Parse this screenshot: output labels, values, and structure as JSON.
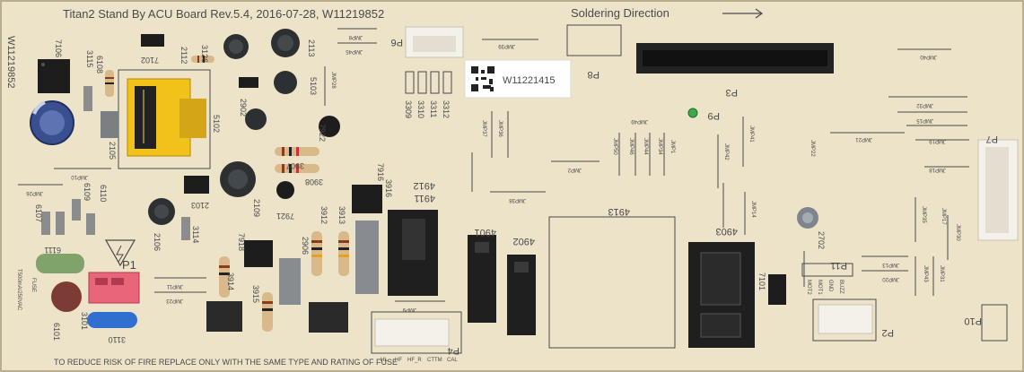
{
  "board": {
    "header_text": "Titan2 Stand By ACU Board Rev.5.4, 2016-07-28, W11219852",
    "side_text": "W11219852",
    "soldering_direction": "Soldering Direction",
    "part_sticker": "W11221415",
    "warning_text": "TO REDUCE RISK OF FIRE REPLACE ONLY WITH THE SAME TYPE AND RATING OF FUSE",
    "fuse_rating": "T500mA/250VAC",
    "fuse_label": "FUSE",
    "colors": {
      "board": "#ece3c9",
      "silkscreen": "#4a4a4a",
      "relay_black": "#1f1f1f",
      "transformer_yellow": "#f2c21a",
      "capacitor_blue": "#3a4f8f",
      "capacitor_dark": "#2d3033",
      "connector_white": "#f4f1ea",
      "varistor_blue": "#2f6fd0",
      "fuse_green": "#7fa36a",
      "connector_pink": "#e9657a",
      "led_green": "#3ea84a"
    }
  },
  "connectors": {
    "p1": "P1",
    "p2": "P2",
    "p3": "P3",
    "p4": "P4",
    "p6": "P6",
    "p7": "P7",
    "p8": "P8",
    "p9": "P9",
    "p10": "P10",
    "p11": "P11"
  },
  "p4_pins": [
    "HL",
    "HF",
    "HF_R",
    "CTTM",
    "CAL"
  ],
  "refs": {
    "r4913": "4913",
    "r4903": "4903",
    "r4901": "4901",
    "r4902": "4902",
    "r4911": "4911",
    "r4912": "4912",
    "r3907": "3907",
    "r3908": "3908",
    "r3912": "3912",
    "r3913": "3913",
    "r3914": "3914",
    "r3915": "3915",
    "r3916": "3916",
    "r3126": "3126",
    "r3115": "3115",
    "r3101": "3101",
    "r3110": "3110",
    "r3114": "3114",
    "r3309": "3309",
    "r3310": "3310",
    "r3311": "3311",
    "r3312": "3312",
    "r2902": "2902",
    "r2906": "2906",
    "r2109": "2109",
    "r2103": "2103",
    "r2105": "2105",
    "r2106": "2106",
    "r2113": "2113",
    "r2112": "2112",
    "r2702": "2702",
    "r5102": "5102",
    "r5103": "5103",
    "r6101": "6101",
    "r6107": "6107",
    "r6108": "6108",
    "r6109": "6109",
    "r6110": "6110",
    "r6111": "6111",
    "r7102": "7102",
    "r7106": "7106",
    "r7916": "7916",
    "r7921": "7921",
    "r7922": "7922",
    "r7918": "7918",
    "r7101": "7101"
  },
  "jumpers": {
    "j1": "JMP40",
    "j2": "JMP32",
    "j3": "JMP15",
    "j4": "JMP21",
    "j5": "JMP19",
    "j6": "JMP18",
    "j7": "JMP22",
    "j8": "JMP17",
    "j9": "JMP13",
    "j10": "JMP20",
    "j11": "JMP43",
    "j12": "JMP42",
    "j13": "JMP41",
    "j14": "JMP14",
    "j15": "JMP49",
    "j16": "JMP50",
    "j17": "JMP46",
    "j18": "JMP44",
    "j19": "JMP34",
    "j20": "JMP2",
    "j21": "JMP37",
    "j22": "JMP36",
    "j23": "JMP38",
    "j24": "JMP28",
    "j25": "JMP26",
    "j26": "JMP10",
    "j27": "JMP11",
    "j28": "JMP23",
    "j29": "JMP9",
    "j30": "JMP8",
    "j31": "JMP45",
    "j32": "JMP39",
    "j33": "JMP35",
    "j34": "JMP31",
    "j35": "JMP1",
    "j36": "JMP30"
  },
  "p11_pins": [
    "MOT2",
    "MOT1",
    "GND",
    "BUZZ"
  ]
}
